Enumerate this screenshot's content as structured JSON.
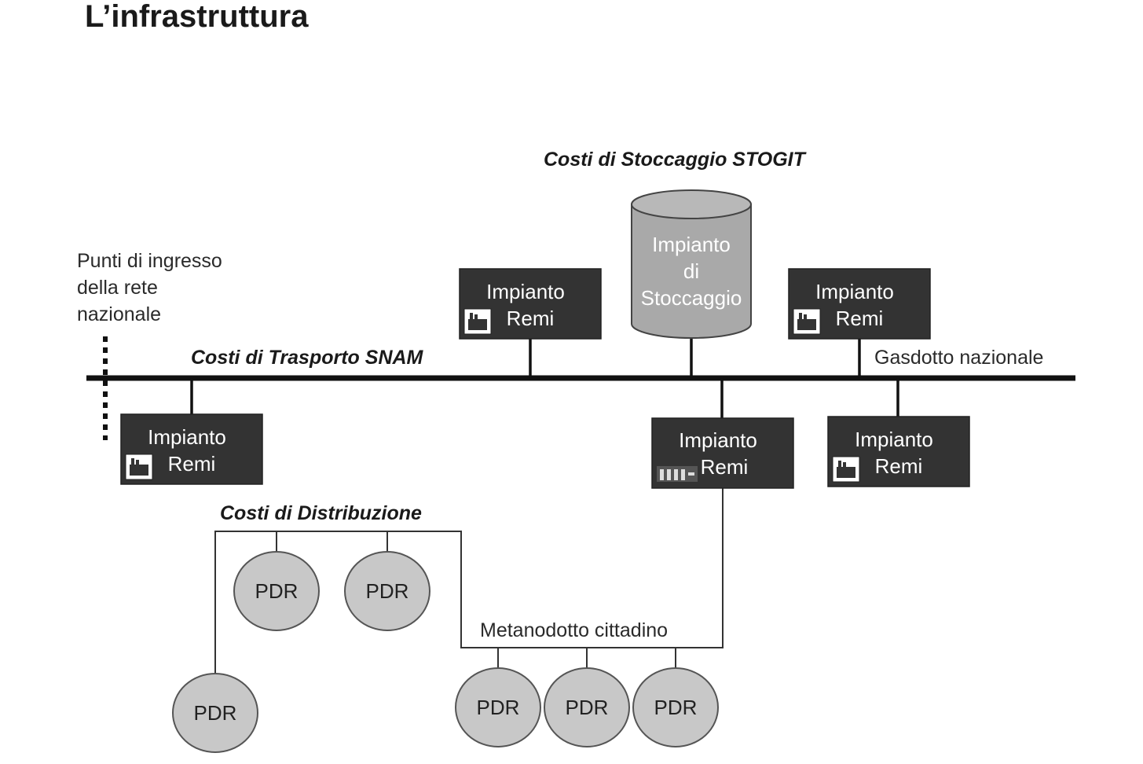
{
  "title": "L’infrastruttura",
  "labels": {
    "stoccaggio_costs": "Costi di Stoccaggio STOGIT",
    "trasporto_costs": "Costi di Trasporto SNAM",
    "distribuzione_costs": "Costi di Distribuzione",
    "gasdotto": "Gasdotto nazionale",
    "metanodotto": "Metanodotto cittadino",
    "ingresso_line1": "Punti di ingresso",
    "ingresso_line2": "della rete",
    "ingresso_line3": "nazionale"
  },
  "storage": {
    "line1": "Impianto",
    "line2": "di",
    "line3": "Stoccaggio"
  },
  "remi": {
    "line1": "Impianto",
    "line2": "Remi"
  },
  "pdr": {
    "label": "PDR"
  },
  "colors": {
    "box": "#333333",
    "cylinder": "#a9a9a9",
    "pdr_fill": "#c8c8c8",
    "line": "#111111"
  }
}
